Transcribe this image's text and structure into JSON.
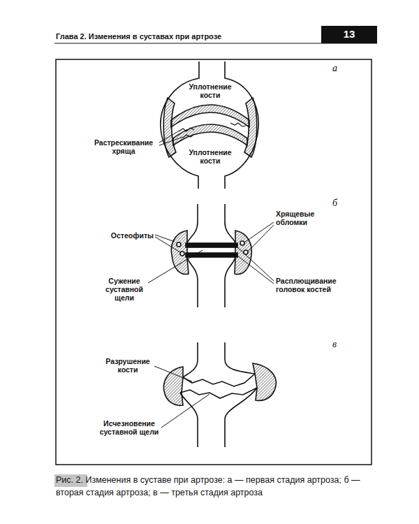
{
  "diagram": {
    "title": "Глава 2. Изменения в суставах при артрозе",
    "caption": "Рис. 2. Изменения в суставе при артрозе: а — первая стадия артроза; б — вторая стадия артроза; в — третья стадия артроза",
    "labels": [
      "13",
      "а",
      "Уплотнение кости",
      "Растрескивание хряща",
      "Уплотнение кости",
      "б",
      "Хрящевые обломки",
      "Остеофиты",
      "Сужение суставной щели",
      "Расплющивание головок костей",
      "в",
      "Разрушение кости",
      "Исчезновение суставной щели"
    ]
  }
}
